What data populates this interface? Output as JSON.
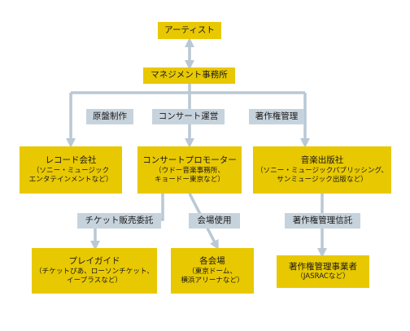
{
  "colors": {
    "box_fill": "#e8c800",
    "label_fill": "#c7d3dc",
    "connector": "#b9c8d4",
    "text": "#1a1a1a"
  },
  "nodes": {
    "artist": {
      "title": "アーティスト"
    },
    "management": {
      "title": "マネジメント事務所"
    },
    "record": {
      "title": "レコード会社",
      "sub": [
        "（ソニー・ミュージック",
        "エンタテインメントなど）"
      ]
    },
    "promoter": {
      "title": "コンサートプロモーター",
      "sub": [
        "（ウドー音楽事務所、",
        "キョードー東京など）"
      ]
    },
    "publisher": {
      "title": "音楽出版社",
      "sub": [
        "（ソニー・ミュージックパブリッシング、",
        "サンミュージック出版など）"
      ]
    },
    "playguide": {
      "title": "プレイガイド",
      "sub": [
        "（チケットぴあ、ローソンチケット、",
        "イープラスなど）"
      ]
    },
    "venue": {
      "title": "各会場",
      "sub": [
        "（東京ドーム、",
        "横浜アリーナなど）"
      ]
    },
    "copyright_org": {
      "title": "著作権管理事業者",
      "sub": [
        "（JASRACなど）"
      ]
    }
  },
  "labels": {
    "master_production": "原盤制作",
    "concert_management": "コンサート運営",
    "copyright_management": "著作権管理",
    "ticket_consignment": "チケット販売委託",
    "venue_use": "会場使用",
    "copyright_trust": "著作権管理信託"
  }
}
